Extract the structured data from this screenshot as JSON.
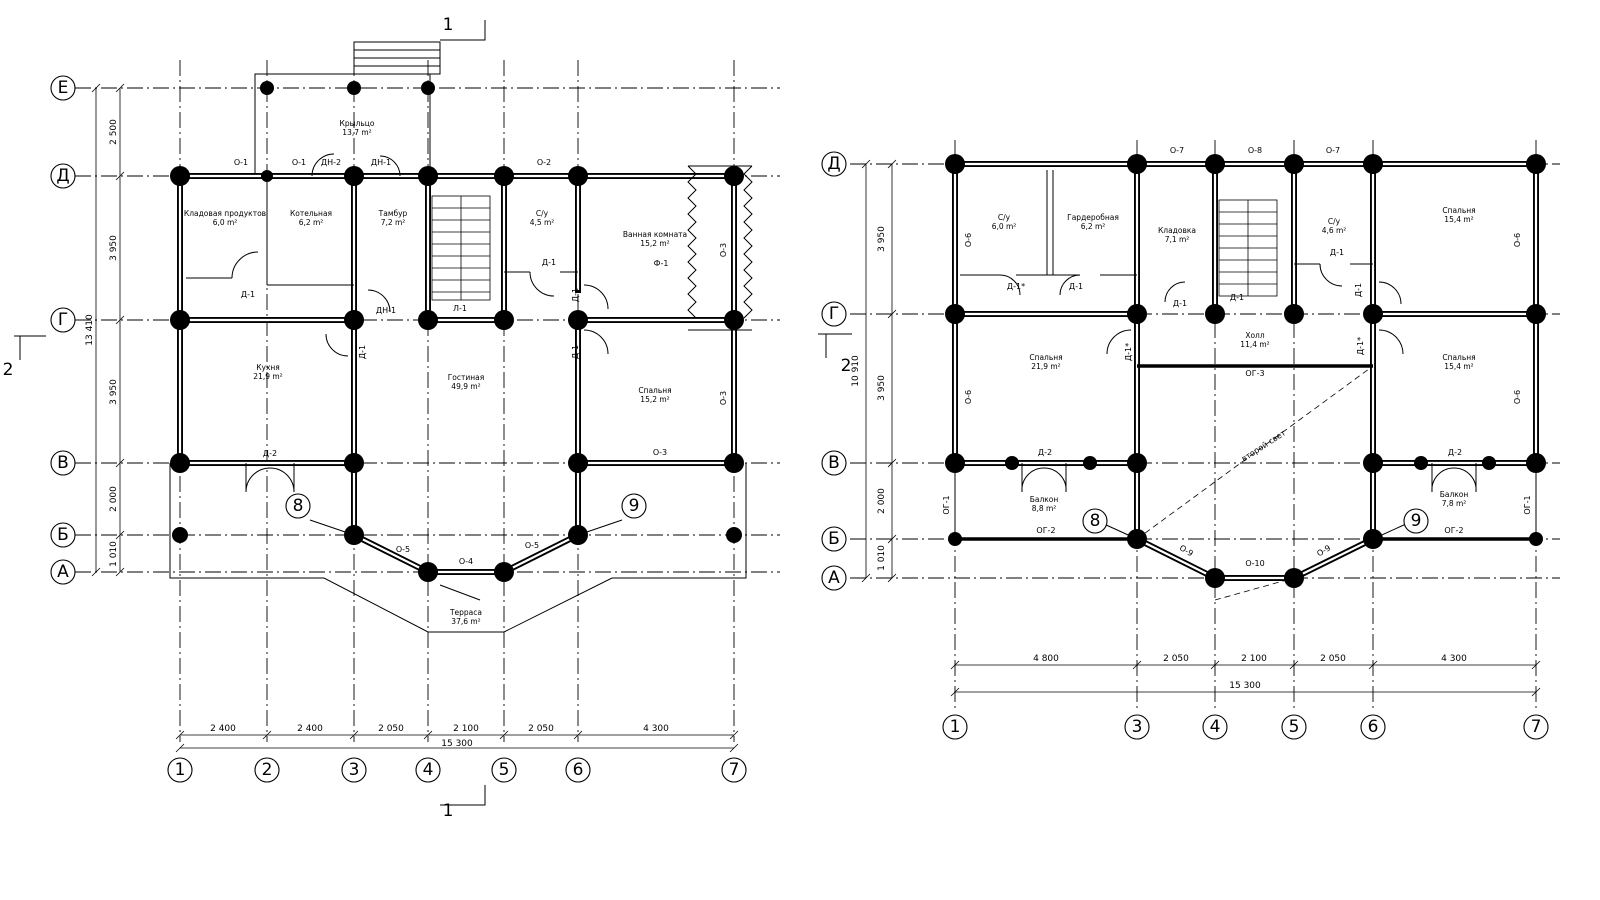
{
  "plan1": {
    "axes_x": [
      "1",
      "2",
      "3",
      "4",
      "5",
      "6",
      "7"
    ],
    "axes_y": [
      "Е",
      "Д",
      "Г",
      "В",
      "Б",
      "А"
    ],
    "dims_bottom": [
      "2 400",
      "2 400",
      "2 050",
      "2 100",
      "2 050",
      "4 300"
    ],
    "dim_total": "15 300",
    "dims_left": [
      "2 500",
      "3 950",
      "3 950",
      "2 000",
      "1 010"
    ],
    "dim_left_total": "13 410",
    "section_marks": [
      "1",
      "1",
      "2"
    ],
    "callouts": [
      "8",
      "9"
    ],
    "rooms": [
      {
        "name": "Крыльцо",
        "area": "13,7 m²"
      },
      {
        "name": "Кладовая продуктов",
        "area": "6,0 m²"
      },
      {
        "name": "Котельная",
        "area": "6,2 m²"
      },
      {
        "name": "Тамбур",
        "area": "7,2 m²"
      },
      {
        "name": "С/у",
        "area": "4,5 m²"
      },
      {
        "name": "Ванная комната",
        "area": "15,2 m²"
      },
      {
        "name": "Кухня",
        "area": "21,9 m²"
      },
      {
        "name": "Гостиная",
        "area": "49,9 m²"
      },
      {
        "name": "Спальня",
        "area": "15,2 m²"
      },
      {
        "name": "Терраса",
        "area": "37,6 m²"
      }
    ],
    "marks": [
      "О-1",
      "О-1",
      "ДН-2",
      "ДН-1",
      "О-2",
      "Д-1",
      "ДН-1",
      "Л-1",
      "Д-1",
      "Д-1",
      "Д-1",
      "Д-1",
      "Ф-1",
      "О-3",
      "О-3",
      "О-3",
      "Д-2",
      "О-5",
      "О-4",
      "О-5"
    ]
  },
  "plan2": {
    "axes_x": [
      "1",
      "3",
      "4",
      "5",
      "6",
      "7"
    ],
    "axes_y": [
      "Д",
      "Г",
      "В",
      "Б",
      "А"
    ],
    "dims_bottom": [
      "4 800",
      "2 050",
      "2 100",
      "2 050",
      "4 300"
    ],
    "dim_total": "15 300",
    "dims_left": [
      "3 950",
      "3 950",
      "2 000",
      "1 010"
    ],
    "dim_left_total": "10 910",
    "section_marks": [
      "2"
    ],
    "callouts": [
      "8",
      "9"
    ],
    "second_light": "второй свет",
    "rooms": [
      {
        "name": "С/у",
        "area": "6,0 m²"
      },
      {
        "name": "Гардеробная",
        "area": "6,2 m²"
      },
      {
        "name": "Кладовка",
        "area": "7,1 m²"
      },
      {
        "name": "С/у",
        "area": "4,6 m²"
      },
      {
        "name": "Спальня",
        "area": "15,4 m²"
      },
      {
        "name": "Холл",
        "area": "11,4 m²"
      },
      {
        "name": "Спальня",
        "area": "21,9 m²"
      },
      {
        "name": "Спальня",
        "area": "15,4 m²"
      },
      {
        "name": "Балкон",
        "area": "8,8 m²"
      },
      {
        "name": "Балкон",
        "area": "7,8 m²"
      }
    ],
    "marks": [
      "О-7",
      "О-8",
      "О-7",
      "О-6",
      "О-6",
      "О-6",
      "О-6",
      "Д-1*",
      "Д-1",
      "Д-1",
      "Д-1",
      "Д-1",
      "Д-1*",
      "Д-1*",
      "Д-1",
      "ОГ-3",
      "Д-2",
      "Д-2",
      "ОГ-1",
      "ОГ-1",
      "ОГ-2",
      "ОГ-2",
      "О-9",
      "О-10",
      "О-9"
    ]
  }
}
